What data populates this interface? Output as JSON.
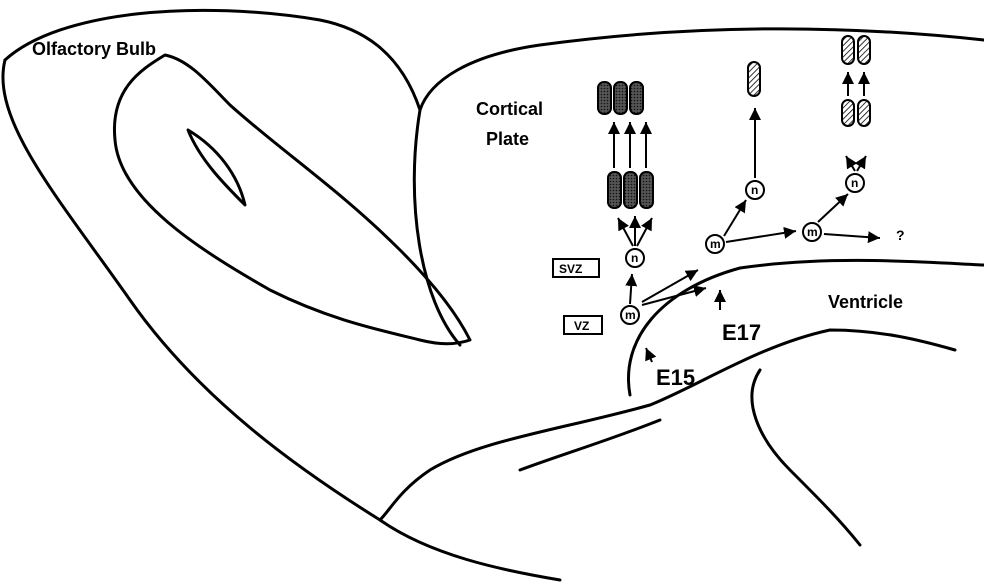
{
  "labels": {
    "olfactory_bulb": "Olfactory Bulb",
    "cortical_plate_line1": "Cortical",
    "cortical_plate_line2": "Plate",
    "ventricle": "Ventricle",
    "svz": "SVZ",
    "vz": "VZ",
    "e15": "E15",
    "e17": "E17",
    "unknown_fate": "?"
  },
  "cells": {
    "migrating": "m",
    "neuron": "n"
  },
  "colors": {
    "ink": "#000000",
    "background": "#ffffff",
    "dark_cluster": "#3a3a3a"
  }
}
